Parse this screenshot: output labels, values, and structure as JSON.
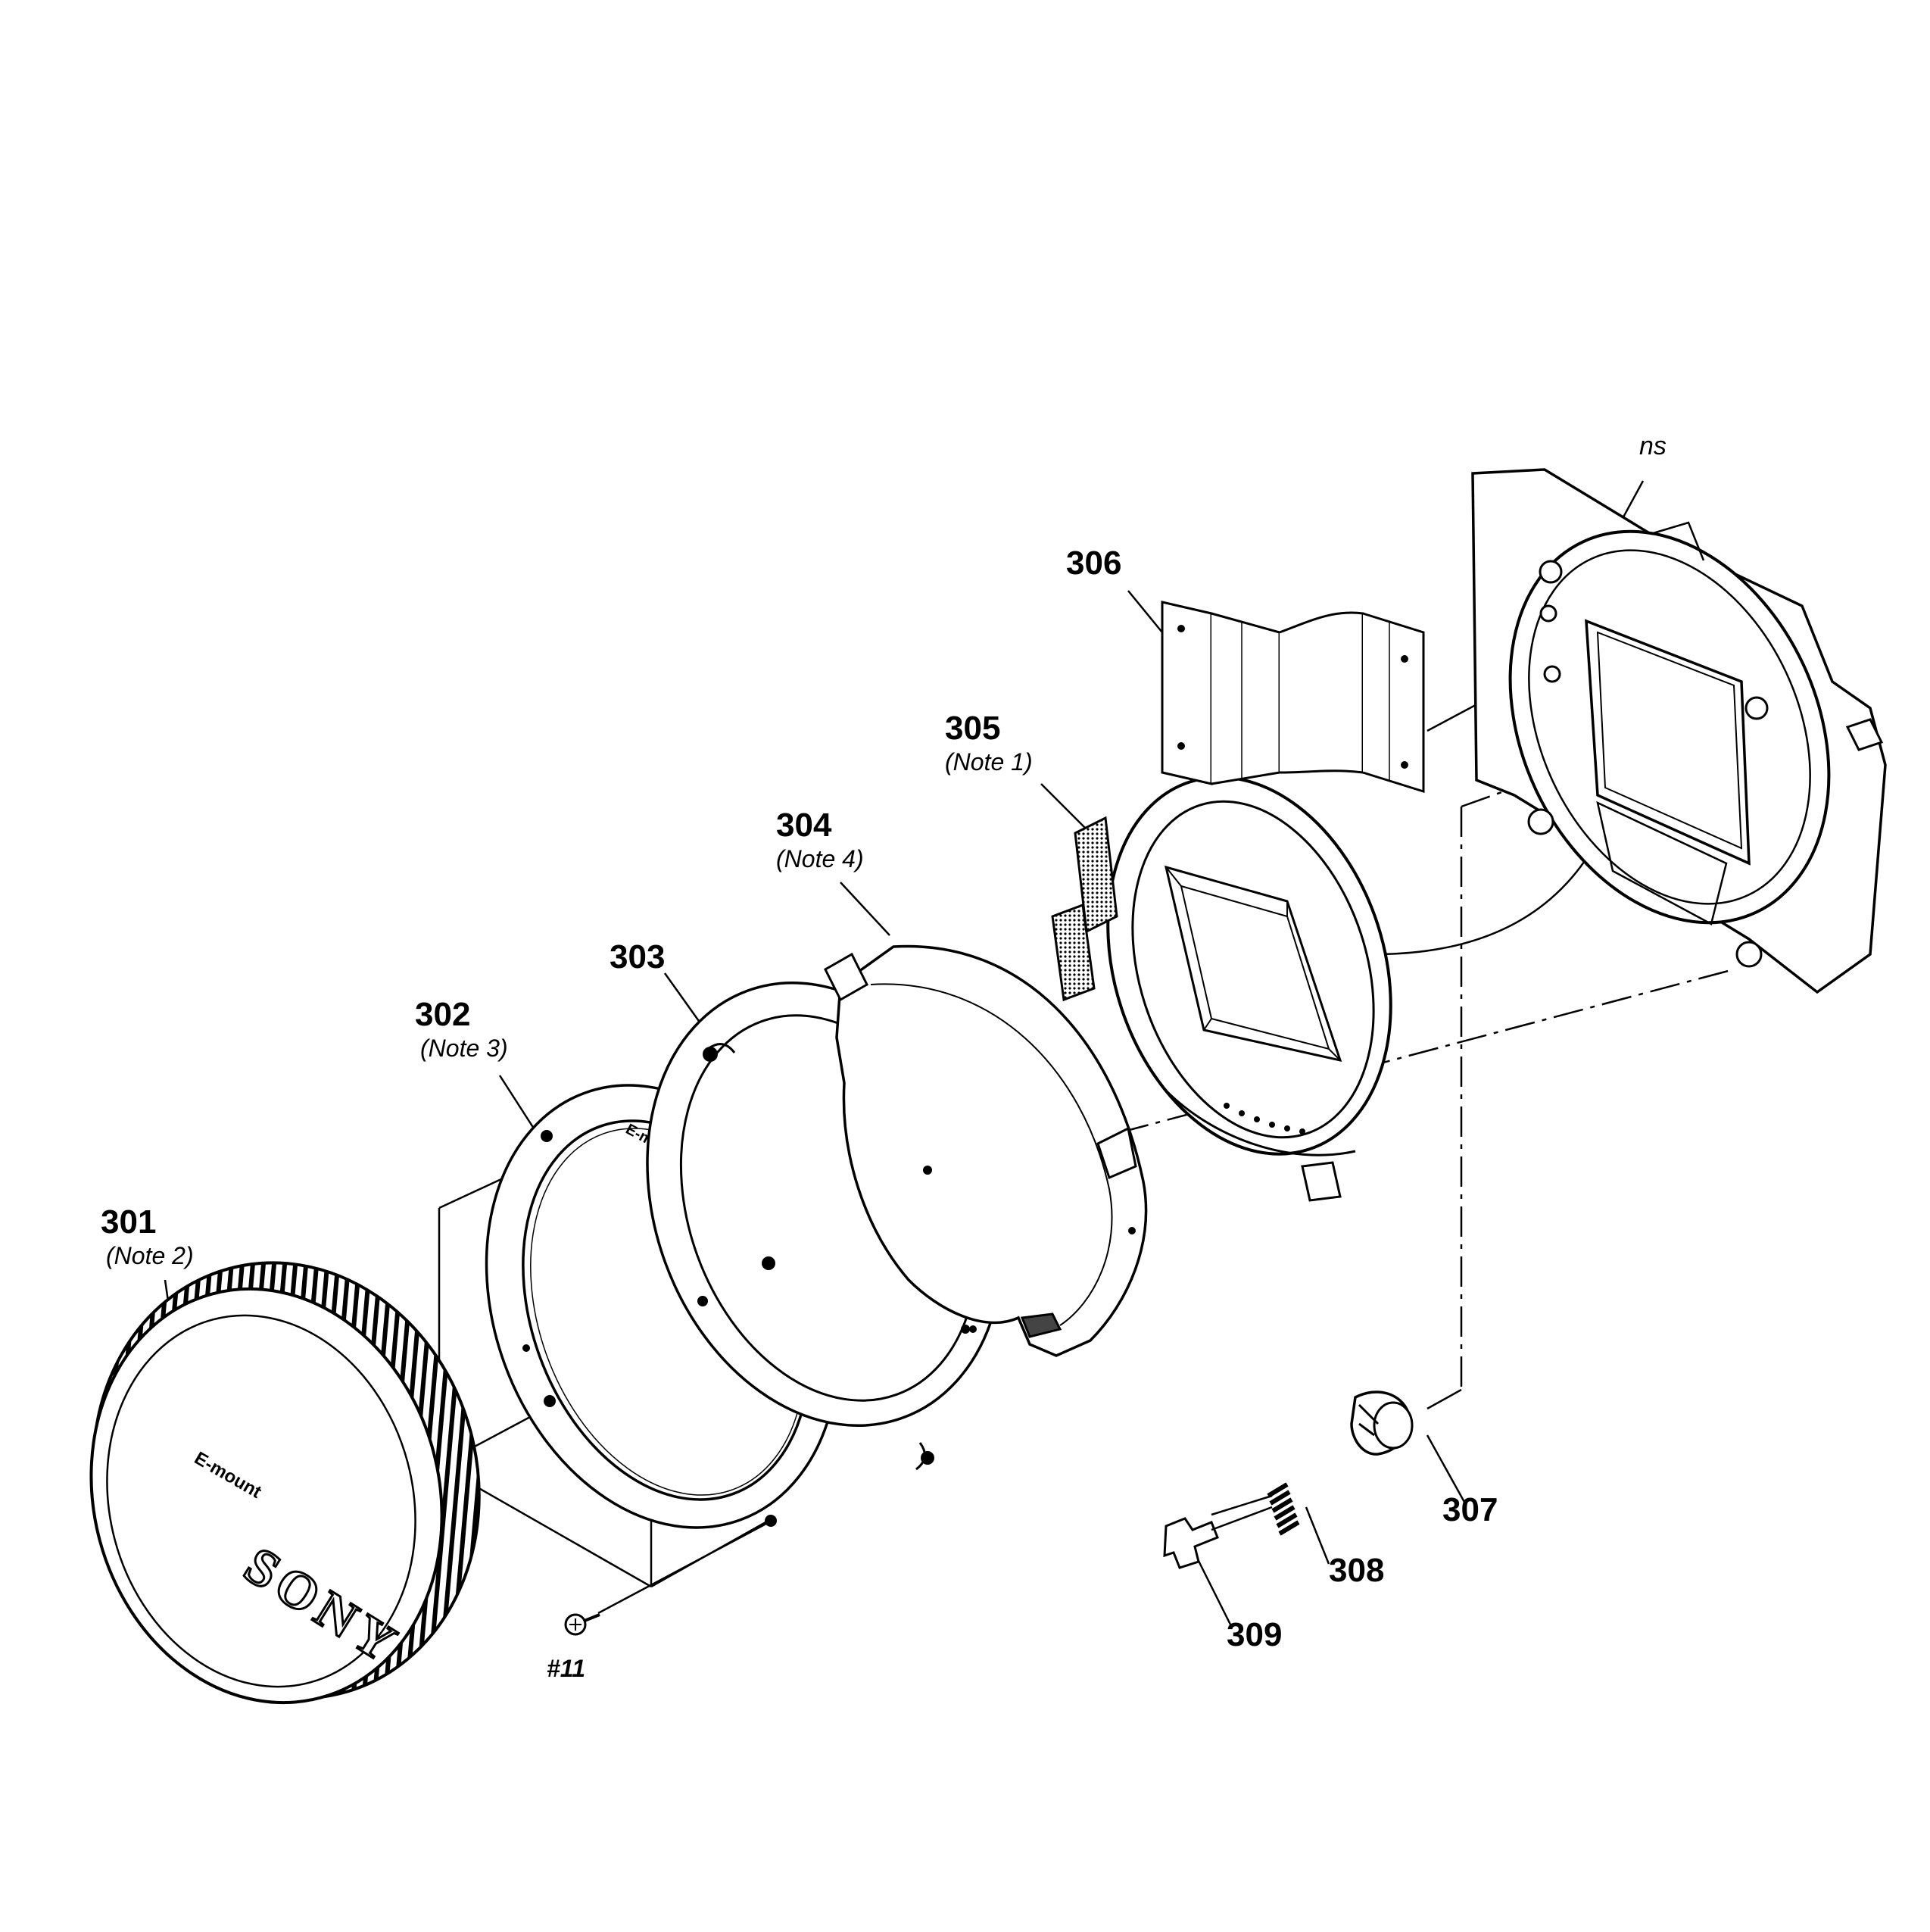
{
  "parts": [
    {
      "id": "301",
      "note": "(Note 2)"
    },
    {
      "id": "302",
      "note": "(Note 3)"
    },
    {
      "id": "303",
      "note": ""
    },
    {
      "id": "304",
      "note": "(Note 4)"
    },
    {
      "id": "305",
      "note": "(Note 1)"
    },
    {
      "id": "306",
      "note": ""
    },
    {
      "id": "307",
      "note": ""
    },
    {
      "id": "308",
      "note": ""
    },
    {
      "id": "309",
      "note": ""
    }
  ],
  "screw_label": "#11",
  "ns_label": "ns",
  "cap_text": {
    "brand": "SONY",
    "mount": "E-mount"
  },
  "ring_text": "E-mount",
  "colors": {
    "line": "#000000",
    "background": "#ffffff",
    "shade": "#444444"
  }
}
